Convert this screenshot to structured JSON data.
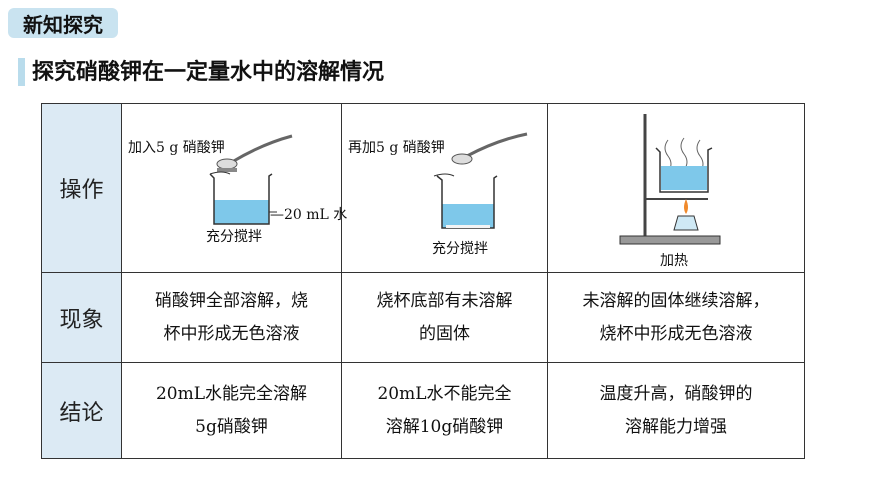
{
  "header": {
    "badge": "新知探究",
    "title": "探究硝酸钾在一定量水中的溶解情况"
  },
  "rows": {
    "operation": {
      "label": "操作",
      "col1": {
        "top_label": "加入5 g 硝酸钾",
        "side_label": "—20 mL 水",
        "bottom_label": "充分搅拌"
      },
      "col2": {
        "top_label": "再加5 g 硝酸钾",
        "bottom_label": "充分搅拌"
      },
      "col3": {
        "bottom_label": "加热"
      }
    },
    "phenomenon": {
      "label": "现象",
      "col1": [
        "硝酸钾全部溶解，烧",
        "杯中形成无色溶液"
      ],
      "col2": [
        "烧杯底部有未溶解",
        "的固体"
      ],
      "col3": [
        "未溶解的固体继续溶解，",
        "烧杯中形成无色溶液"
      ]
    },
    "conclusion": {
      "label": "结论",
      "col1": [
        "20mL水能完全溶解",
        "5g硝酸钾"
      ],
      "col2": [
        "20mL水不能完全",
        "溶解10g硝酸钾"
      ],
      "col3": [
        "温度升高，硝酸钾的",
        "溶解能力增强"
      ]
    }
  },
  "colors": {
    "water": "#7ec8ea",
    "header_cell": "#dceaf4",
    "badge": "#c9e3f0"
  }
}
